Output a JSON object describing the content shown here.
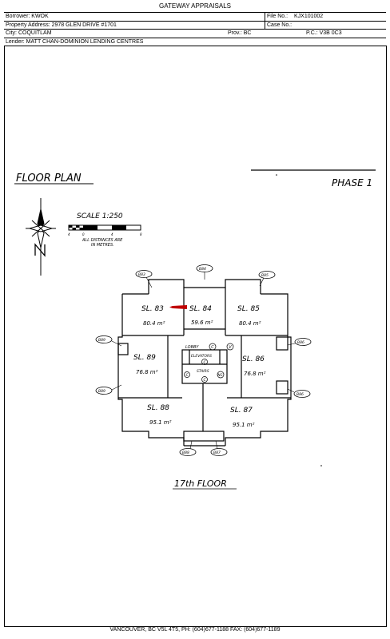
{
  "header": {
    "company": "GATEWAY APPRAISALS",
    "borrower": "Borrower: KWOK",
    "file_no_label": "File No.:",
    "file_no": "KJX101002",
    "property_address": "Property Address: 2978 GLEN DRIVE #1701",
    "case_no": "Case No.:",
    "city": "City: COQUITLAM",
    "prov": "Prov.: BC",
    "postal": "P.C.: V3B 0C3",
    "lender": "Lender: MATT CHAN-DOMINION LENDING CENTRES"
  },
  "plan": {
    "title": "FLOOR PLAN",
    "phase": "PHASE 1",
    "scale": "SCALE  1:250",
    "scale_ticks": [
      "4",
      "0",
      "4",
      "8"
    ],
    "scale_note_1": "ALL DISTANCES ARE",
    "scale_note_2": "IN METRES.",
    "floor_label": "17th FLOOR",
    "core": {
      "lobby": "LOBBY",
      "elevators": "ELEVATORS",
      "stairs": "STAIRS",
      "c": "C",
      "v": "V",
      "ng": "NG"
    },
    "units": [
      {
        "name": "SL. 83",
        "area": "80.4 m²"
      },
      {
        "name": "SL. 84",
        "area": "59.6 m²"
      },
      {
        "name": "SL. 85",
        "area": "80.4 m²"
      },
      {
        "name": "SL. 89",
        "area": "76.8 m²"
      },
      {
        "name": "SL. 86",
        "area": "76.8 m²"
      },
      {
        "name": "SL. 88",
        "area": "95.1 m²"
      },
      {
        "name": "SL. 87",
        "area": "95.1 m²"
      }
    ],
    "tags": [
      "B83",
      "B84",
      "B85",
      "B89",
      "B86",
      "B89",
      "B86",
      "B88",
      "B87"
    ]
  },
  "footer": {
    "text": "VANCOUVER, BC V5L 4T5, PH: (604)677-1188 FAX: (604)677-1189"
  },
  "colors": {
    "marker": "#c00000"
  }
}
